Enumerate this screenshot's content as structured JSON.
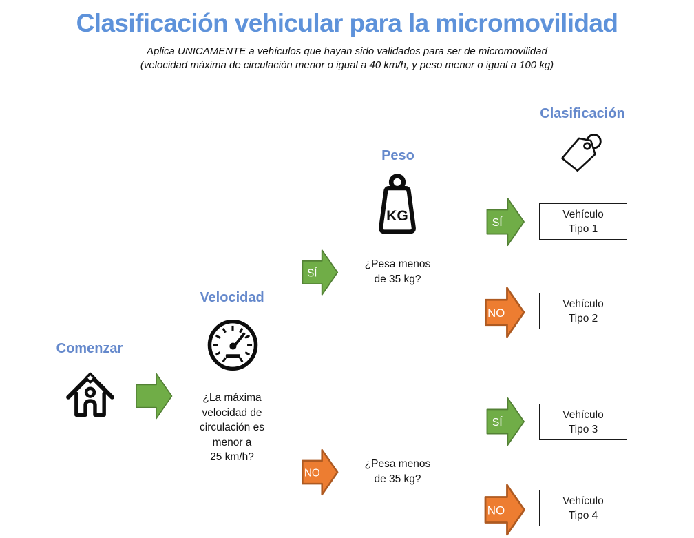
{
  "colors": {
    "title-blue": "#5E92DA",
    "header-blue": "#6589CC",
    "green": "#70AD47",
    "green-border": "#538135",
    "orange": "#ED7D31",
    "orange-border": "#AE5A21"
  },
  "title": "Clasificación vehicular para la micromovilidad",
  "subtitle": {
    "line1": "Aplica UNICAMENTE a vehículos que hayan sido validados para ser de micromovilidad",
    "line2": "(velocidad máxima de circulación menor o igual a 40 km/h, y peso menor o igual a 100 kg)"
  },
  "headers": {
    "comenzar": "Comenzar",
    "velocidad": "Velocidad",
    "peso": "Peso",
    "clasificacion": "Clasificación"
  },
  "icons": {
    "start": "house-icon",
    "speed": "speedometer-icon",
    "weight": "kg-weight-icon",
    "classification": "tag-icon"
  },
  "kg_icon_label": "KG",
  "decision_labels": {
    "yes": "SÍ",
    "no": "NO"
  },
  "questions": {
    "velocity": {
      "lines": [
        "¿La máxima",
        "velocidad de",
        "circulación es",
        "menor a",
        "25 km/h?"
      ]
    },
    "weight_top": {
      "lines": [
        "¿Pesa menos",
        "de 35 kg?"
      ]
    },
    "weight_bottom": {
      "lines": [
        "¿Pesa menos",
        "de 35 kg?"
      ]
    }
  },
  "results": [
    {
      "line1": "Vehículo",
      "line2": "Tipo 1"
    },
    {
      "line1": "Vehículo",
      "line2": "Tipo 2"
    },
    {
      "line1": "Vehículo",
      "line2": "Tipo 3"
    },
    {
      "line1": "Vehículo",
      "line2": "Tipo 4"
    }
  ]
}
